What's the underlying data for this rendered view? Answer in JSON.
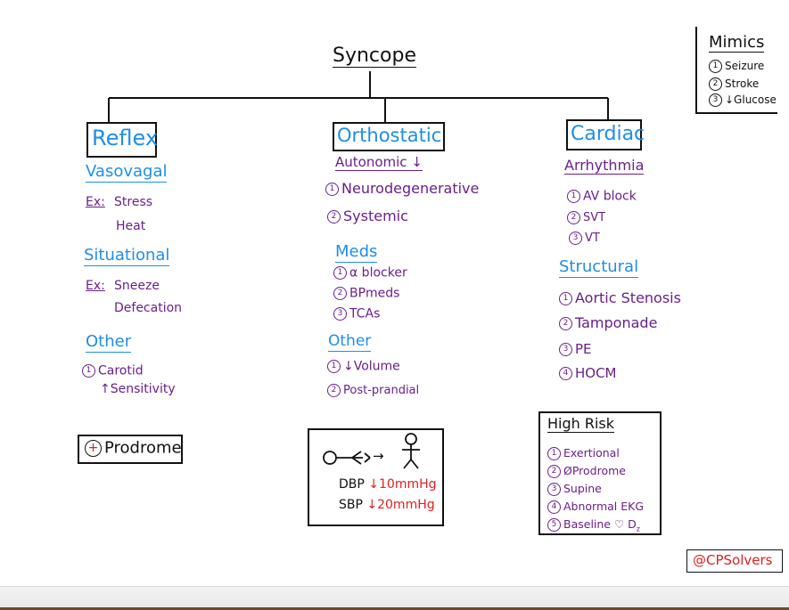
{
  "title": "Syncope",
  "mimics": {
    "heading": "Mimics",
    "items": [
      "Seizure",
      "Stroke",
      "↓Glucose"
    ]
  },
  "reflex": {
    "heading": "Reflex",
    "vasovagal": "Vasovagal",
    "ex1_label": "Ex:",
    "ex1_items": [
      "Stress",
      "Heat"
    ],
    "situational": "Situational",
    "ex2_label": "Ex:",
    "ex2_items": [
      "Sneeze",
      "Defecation"
    ],
    "other": "Other",
    "other_items": [
      "Carotid",
      "↑Sensitivity"
    ],
    "prodrome_sign": "+",
    "prodrome": "Prodrome"
  },
  "orthostatic": {
    "heading": "Orthostatic",
    "autonomic": "Autonomic ↓",
    "autonomic_items": [
      "Neurodegenerative",
      "Systemic"
    ],
    "meds": "Meds",
    "meds_items": [
      "α blocker",
      "BPmeds",
      "TCAs"
    ],
    "other": "Other",
    "other_items": [
      "↓Volume",
      "Post-prandial"
    ],
    "figure_arrow": "→",
    "dbp_label": "DBP",
    "dbp_value": "↓10mmHg",
    "sbp_label": "SBP",
    "sbp_value": "↓20mmHg"
  },
  "cardiac": {
    "heading": "Cardiac",
    "arrhythmia": "Arrhythmia",
    "arrhythmia_items": [
      "AV block",
      "SVT",
      "VT"
    ],
    "structural": "Structural",
    "structural_items": [
      "Aortic Stenosis",
      "Tamponade",
      "PE",
      "HOCM"
    ],
    "high_risk": "High Risk",
    "high_risk_items": [
      "Exertional",
      "ØProdrome",
      "Supine",
      "Abnormal EKG",
      "Baseline ♡ D"
    ],
    "high_risk_sub": "z"
  },
  "handle": "@CPSolvers",
  "colors": {
    "blue": "#1f8ee8",
    "purple": "#6a1f8a",
    "red": "#e02020",
    "black": "#111111"
  }
}
